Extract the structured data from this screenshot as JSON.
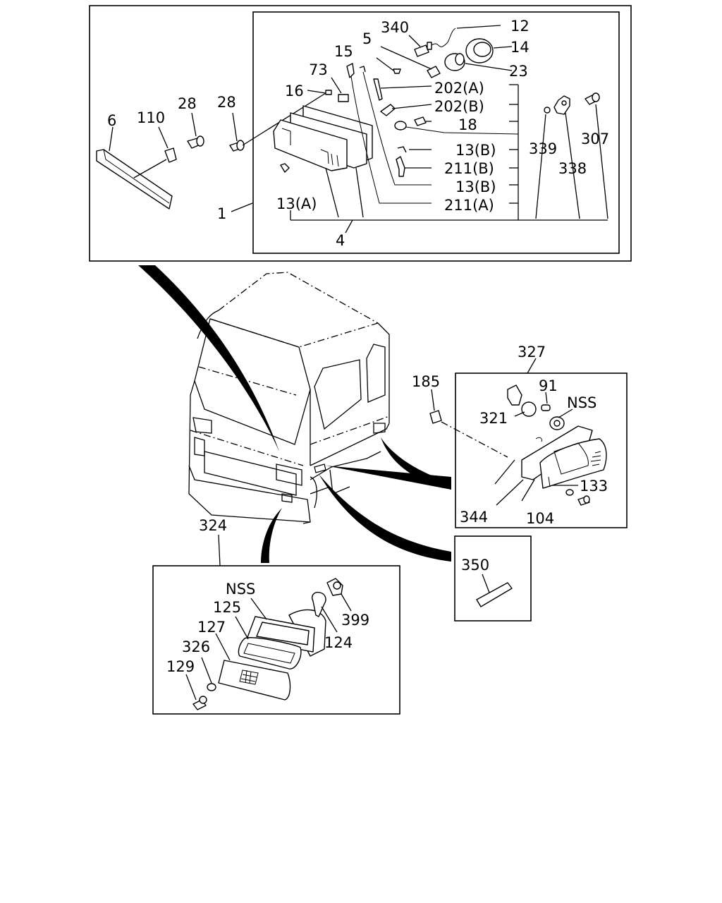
{
  "diagram": {
    "headlamp_group": {
      "labels": {
        "l340": "340",
        "l12": "12",
        "l5": "5",
        "l14": "14",
        "l15": "15",
        "l23": "23",
        "l73": "73",
        "l202a": "202(A)",
        "l16": "16",
        "l202b": "202(B)",
        "l28a": "28",
        "l28b": "28",
        "l110": "110",
        "l6": "6",
        "l18": "18",
        "l13b1": "13(B)",
        "l339": "339",
        "l307": "307",
        "l211b": "211(B)",
        "l338": "338",
        "l13b2": "13(B)",
        "l1": "1",
        "l13a": "13(A)",
        "l211a": "211(A)",
        "l4": "4"
      }
    },
    "side_lamp_group": {
      "labels": {
        "l327": "327",
        "l185": "185",
        "l91": "91",
        "lnss": "NSS",
        "l321": "321",
        "l133": "133",
        "l344": "344",
        "l104": "104"
      }
    },
    "reflector_group": {
      "labels": {
        "l350": "350"
      }
    },
    "fog_lamp_group": {
      "labels": {
        "l324": "324",
        "lnss": "NSS",
        "l125": "125",
        "l399": "399",
        "l127": "127",
        "l124": "124",
        "l326": "326",
        "l129": "129"
      }
    }
  }
}
